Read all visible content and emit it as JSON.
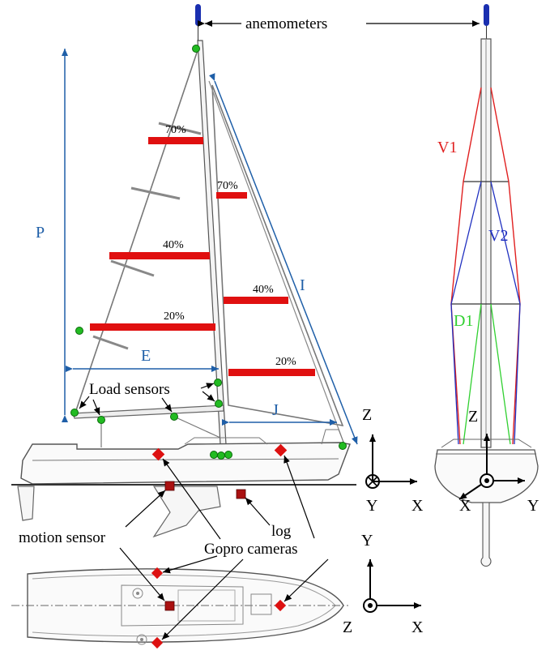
{
  "labels": {
    "anemometers": "anemometers",
    "load_sensors": "Load sensors",
    "motion_sensor": "motion sensor",
    "gopro_cameras": "Gopro cameras",
    "log": "log"
  },
  "dimensions": {
    "p": "P",
    "e": "E",
    "i": "I",
    "j": "J"
  },
  "main_sail_pct": {
    "s70": "70%",
    "s40": "40%",
    "s20": "20%"
  },
  "jib_pct": {
    "s70": "70%",
    "s40": "40%",
    "s20": "20%"
  },
  "shrouds": {
    "v1": "V1",
    "v2": "V2",
    "d1": "D1"
  },
  "axes_side": {
    "z": "Z",
    "y": "Y",
    "x": "X"
  },
  "axes_front": {
    "z": "Z",
    "x": "X",
    "y": "Y"
  },
  "axes_top": {
    "y": "Y",
    "z": "Z",
    "x": "X"
  },
  "colors": {
    "shroud_v1": "#e02020",
    "shroud_v2": "#2030c0",
    "shroud_d1": "#30d030",
    "dimension": "#1f5fa8",
    "sensor_dot": "#22bb22",
    "camera": "#dd1111",
    "box_sensor": "#aa1111",
    "sail_band": "#e01010",
    "anemometer": "#1a2fb0"
  }
}
